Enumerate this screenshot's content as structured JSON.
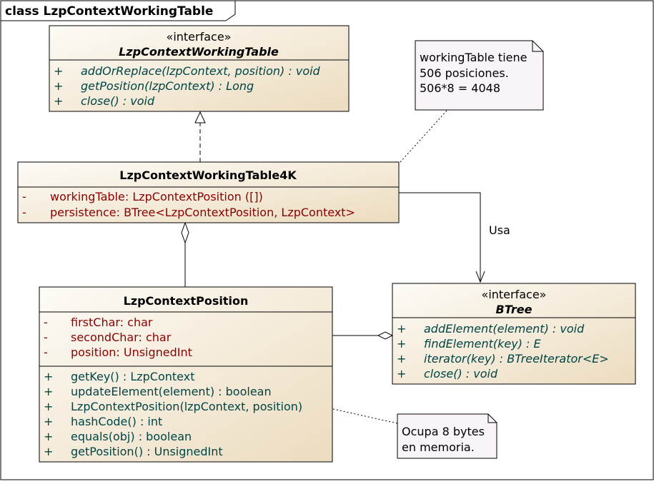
{
  "frame": {
    "title": "class LzpContextWorkingTable"
  },
  "colors": {
    "box_fill_top": "#fdfbf6",
    "box_fill_bottom": "#ecdcbf",
    "box_stroke": "#000000",
    "note_fill": "#f8f4f8",
    "private_member": "#8b0000",
    "public_member": "#004545",
    "line": "#000000"
  },
  "classes": {
    "iface_table": {
      "stereotype": "«interface»",
      "name": "LzpContextWorkingTable",
      "operations": [
        {
          "vis": "+",
          "text": "addOrReplace(lzpContext, position) : void"
        },
        {
          "vis": "+",
          "text": "getPosition(lzpContext) : Long"
        },
        {
          "vis": "+",
          "text": "close() : void"
        }
      ]
    },
    "table4k": {
      "name": "LzpContextWorkingTable4K",
      "attributes": [
        {
          "vis": "-",
          "text": "workingTable:  LzpContextPosition ([])"
        },
        {
          "vis": "-",
          "text": "persistence:  BTree<LzpContextPosition, LzpContext>"
        }
      ]
    },
    "position": {
      "name": "LzpContextPosition",
      "attributes": [
        {
          "vis": "-",
          "text": "firstChar:  char"
        },
        {
          "vis": "-",
          "text": "secondChar:  char"
        },
        {
          "vis": "-",
          "text": "position:  UnsignedInt"
        }
      ],
      "operations": [
        {
          "vis": "+",
          "text": "getKey() : LzpContext"
        },
        {
          "vis": "+",
          "text": "updateElement(element) : boolean"
        },
        {
          "vis": "+",
          "text": "LzpContextPosition(lzpContext, position)"
        },
        {
          "vis": "+",
          "text": "hashCode() : int"
        },
        {
          "vis": "+",
          "text": "equals(obj) : boolean"
        },
        {
          "vis": "+",
          "text": "getPosition() : UnsignedInt"
        }
      ]
    },
    "btree": {
      "stereotype": "«interface»",
      "name": "BTree",
      "operations": [
        {
          "vis": "+",
          "text": "addElement(element) : void"
        },
        {
          "vis": "+",
          "text": "findElement(key) : E"
        },
        {
          "vis": "+",
          "text": "iterator(key) : BTreeIterator<E>"
        },
        {
          "vis": "+",
          "text": "close() : void"
        }
      ]
    }
  },
  "notes": {
    "table_note": {
      "lines": [
        "workingTable tiene",
        "506 posiciones.",
        "506*8 = 4048"
      ]
    },
    "position_note": {
      "lines": [
        "Ocupa 8 bytes",
        "en memoria."
      ]
    }
  },
  "relations": {
    "uses_label": "Usa"
  }
}
